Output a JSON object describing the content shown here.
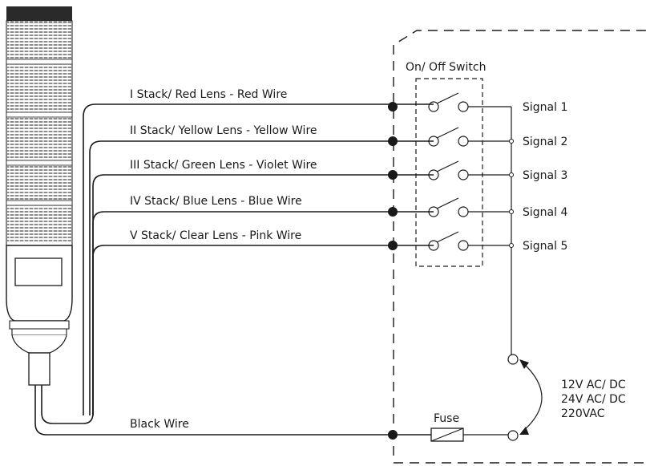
{
  "diagram": {
    "switch_box_label": "On/ Off Switch",
    "wires": [
      {
        "label": "I Stack/ Red Lens - Red Wire",
        "signal": "Signal 1"
      },
      {
        "label": "II Stack/ Yellow Lens - Yellow Wire",
        "signal": "Signal 2"
      },
      {
        "label": "III Stack/ Green Lens - Violet Wire",
        "signal": "Signal 3"
      },
      {
        "label": "IV Stack/ Blue Lens - Blue Wire",
        "signal": "Signal 4"
      },
      {
        "label": "V Stack/ Clear Lens - Pink Wire",
        "signal": "Signal 5"
      }
    ],
    "black_wire_label": "Black Wire",
    "fuse_label": "Fuse",
    "power": {
      "line1": "12V AC/ DC",
      "line2": "24V AC/ DC",
      "line3": "220VAC"
    }
  }
}
